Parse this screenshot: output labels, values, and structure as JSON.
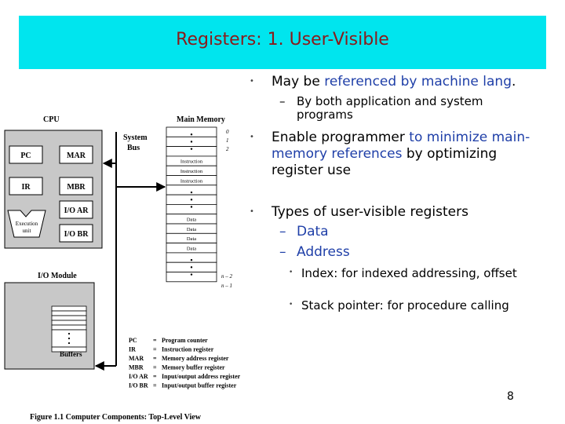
{
  "slide": {
    "title": "Registers:  1. User-Visible",
    "page_number": "8",
    "colors": {
      "title_band": "#00e5ee",
      "title_text": "#8b1a1a",
      "highlight": "#1f3fa8"
    }
  },
  "bullets": {
    "b1": {
      "pre": "May be ",
      "hl": "referenced by machine lang",
      "post": "."
    },
    "b1_sub": {
      "dash": "–",
      "text": "By both application and system programs"
    },
    "b2": {
      "pre": "Enable programmer ",
      "hl1": "to minimize main-memory references",
      "mid": " by optimizing register use"
    },
    "b3": {
      "text": "Types of user-visible registers"
    },
    "b3_subs": [
      {
        "dash": "–",
        "text": "Data"
      },
      {
        "dash": "–",
        "text": "Address"
      }
    ],
    "b3_subsubs": [
      {
        "text": "Index: for indexed addressing, offset"
      },
      {
        "text": "Stack pointer: for procedure calling"
      }
    ],
    "bullet_glyph": "•"
  },
  "figure": {
    "caption": "Figure 1.1  Computer Components: Top-Level View",
    "cpu_label": "CPU",
    "main_memory_label": "Main Memory",
    "system_bus_label_1": "System",
    "system_bus_label_2": "Bus",
    "registers": {
      "pc": "PC",
      "mar": "MAR",
      "ir": "IR",
      "mbr": "MBR",
      "ioar": "I/O AR",
      "iobr": "I/O BR"
    },
    "execution_unit_1": "Execution",
    "execution_unit_2": "unit",
    "memory_cells": [
      "",
      "",
      "",
      "Instruction",
      "Instruction",
      "Instruction",
      "",
      "",
      "",
      "Data",
      "Data",
      "Data",
      "Data",
      "",
      "",
      ""
    ],
    "memory_indices": {
      "top0": "0",
      "top1": "1",
      "top2": "2",
      "n_minus_2": "n – 2",
      "n_minus_1": "n – 1"
    },
    "io_module_label": "I/O Module",
    "buffers_label": "Buffers",
    "legend": [
      {
        "abbr": "PC",
        "sym": "=",
        "desc": "Program counter"
      },
      {
        "abbr": "IR",
        "sym": "=",
        "desc": "Instruction register"
      },
      {
        "abbr": "MAR",
        "sym": "=",
        "desc": "Memory address register"
      },
      {
        "abbr": "MBR",
        "sym": "=",
        "desc": "Memory buffer register"
      },
      {
        "abbr": "I/O AR",
        "sym": "=",
        "desc": "Input/output address register"
      },
      {
        "abbr": "I/O BR",
        "sym": "=",
        "desc": "Input/output buffer register"
      }
    ]
  }
}
